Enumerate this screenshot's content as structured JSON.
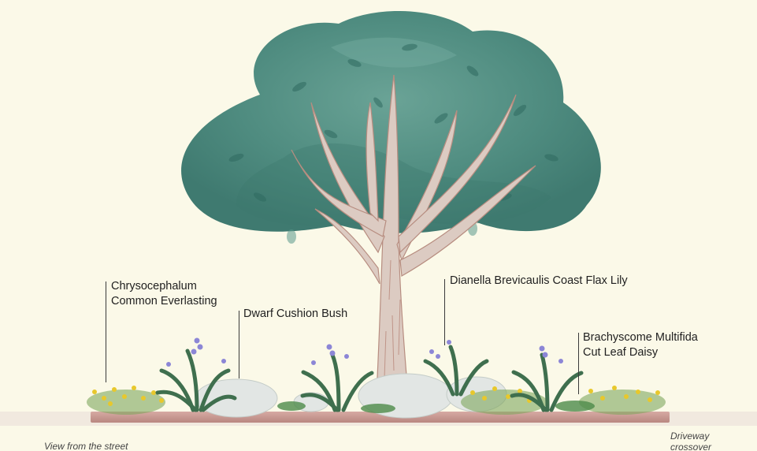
{
  "labels": {
    "chrysocephalum": {
      "line1": "Chrysocephalum",
      "line2": "Common Everlasting"
    },
    "cushion_bush": {
      "line1": "Dwarf Cushion Bush"
    },
    "dianella": {
      "line1": "Dianella Brevicaulis Coast Flax Lily"
    },
    "brachyscome": {
      "line1": "Brachyscome Multifida",
      "line2": "Cut Leaf Daisy"
    }
  },
  "captions": {
    "street_view": "View from the street",
    "driveway": {
      "line1": "Driveway",
      "line2": "crossover"
    }
  },
  "colors": {
    "background": "#fbf9e8",
    "canopy": "#4f8c80",
    "trunk": "#d9c8bf",
    "bed": "#c99a93",
    "yellow_flowers": "#e8c82c",
    "purple_flowers": "#8c86d6",
    "cushion": "#e2e6e4"
  }
}
